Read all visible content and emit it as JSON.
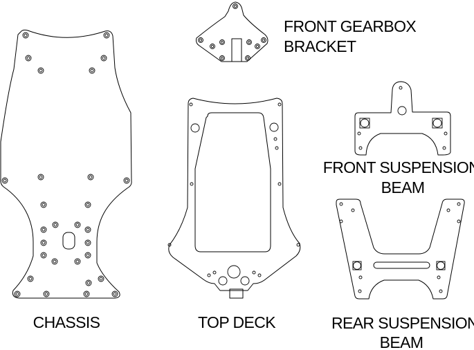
{
  "labels": {
    "chassis": "CHASSIS",
    "top_deck": "TOP DECK",
    "front_gearbox_bracket_line1": "FRONT GEARBOX",
    "front_gearbox_bracket_line2": "BRACKET",
    "front_suspension_beam_line1": "FRONT SUSPENSION",
    "front_suspension_beam_line2": "BEAM",
    "rear_suspension_beam_line1": "REAR SUSPENSION",
    "rear_suspension_beam_line2": "BEAM"
  },
  "colors": {
    "line": "#000000",
    "background": "#ffffff"
  }
}
